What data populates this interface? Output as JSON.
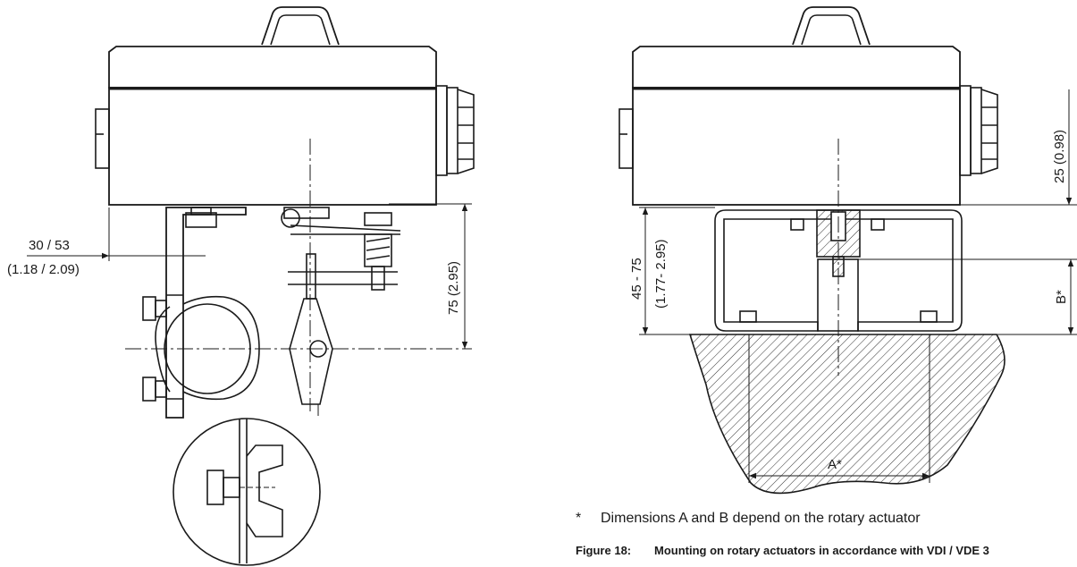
{
  "left_view": {
    "offset_metric": "30 / 53",
    "offset_imperial": "(1.18 / 2.09)",
    "height_dimension": "75 (2.95)"
  },
  "right_view": {
    "top_dimension": "25 (0.98)",
    "bracket_metric": "45 - 75",
    "bracket_imperial": "(1.77- 2.95)",
    "dim_a": "A*",
    "dim_b": "B*"
  },
  "footnote": {
    "marker": "*",
    "text": "Dimensions A and B depend on the rotary actuator"
  },
  "caption": {
    "number": "Figure 18:",
    "title": "Mounting on rotary actuators in accordance with VDI / VDE 3"
  }
}
